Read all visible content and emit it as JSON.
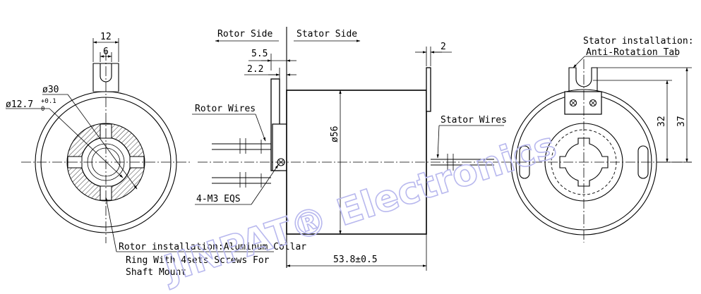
{
  "labels": {
    "dim_12": "12",
    "dim_6": "6",
    "dim_30": "ø30",
    "dim_12_7": "ø12.7",
    "dim_12_7_tol_upper": "+0.1",
    "dim_12_7_tol_lower": "0",
    "rotor_side": "Rotor Side",
    "stator_side": "Stator Side",
    "dim_5_5": "5.5",
    "dim_2_2": "2.2",
    "dim_2": "2",
    "rotor_wires": "Rotor Wires",
    "stator_wires": "Stator Wires",
    "dim_56": "ø56",
    "eqs": "4-M3 EQS",
    "length": "53.8±0.5",
    "rotor_note_1": "Rotor installation:Aluminum Collar",
    "rotor_note_2": "Ring With 4sets Screws For",
    "rotor_note_3": "Shaft Mount",
    "stator_note_1": "Stator installation:",
    "stator_note_2": "Anti-Rotation Tab",
    "dim_32": "32",
    "dim_37": "37"
  },
  "watermark": "JINPAT® Electronics",
  "colors": {
    "line": "#000000",
    "watermark": "#b8b8ee",
    "background": "#ffffff"
  }
}
